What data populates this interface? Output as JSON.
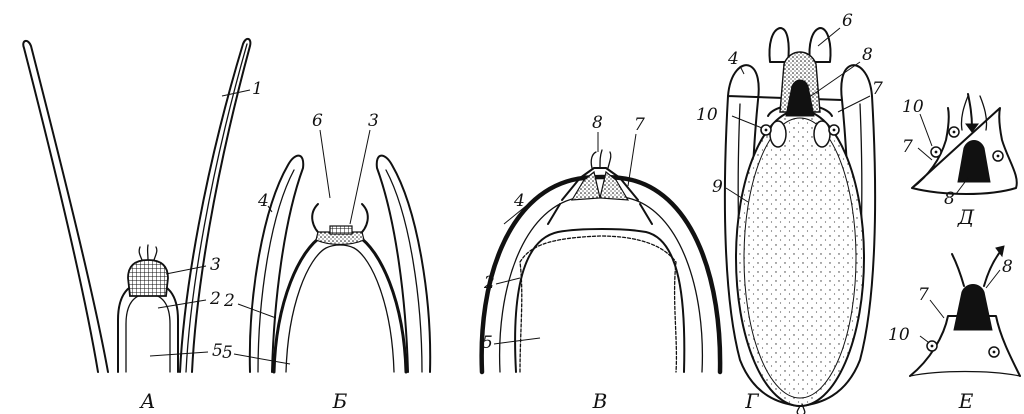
{
  "panels": [
    {
      "id": "A",
      "label": "А"
    },
    {
      "id": "B",
      "label": "Б"
    },
    {
      "id": "V",
      "label": "В"
    },
    {
      "id": "G",
      "label": "Г"
    },
    {
      "id": "D",
      "label": "Д"
    },
    {
      "id": "E",
      "label": "Е"
    }
  ],
  "callouts": {
    "n1": "1",
    "n2": "2",
    "n3": "3",
    "n4": "4",
    "n5": "5",
    "n6": "6",
    "n7": "7",
    "n8": "8",
    "n9": "9",
    "n10": "10"
  }
}
